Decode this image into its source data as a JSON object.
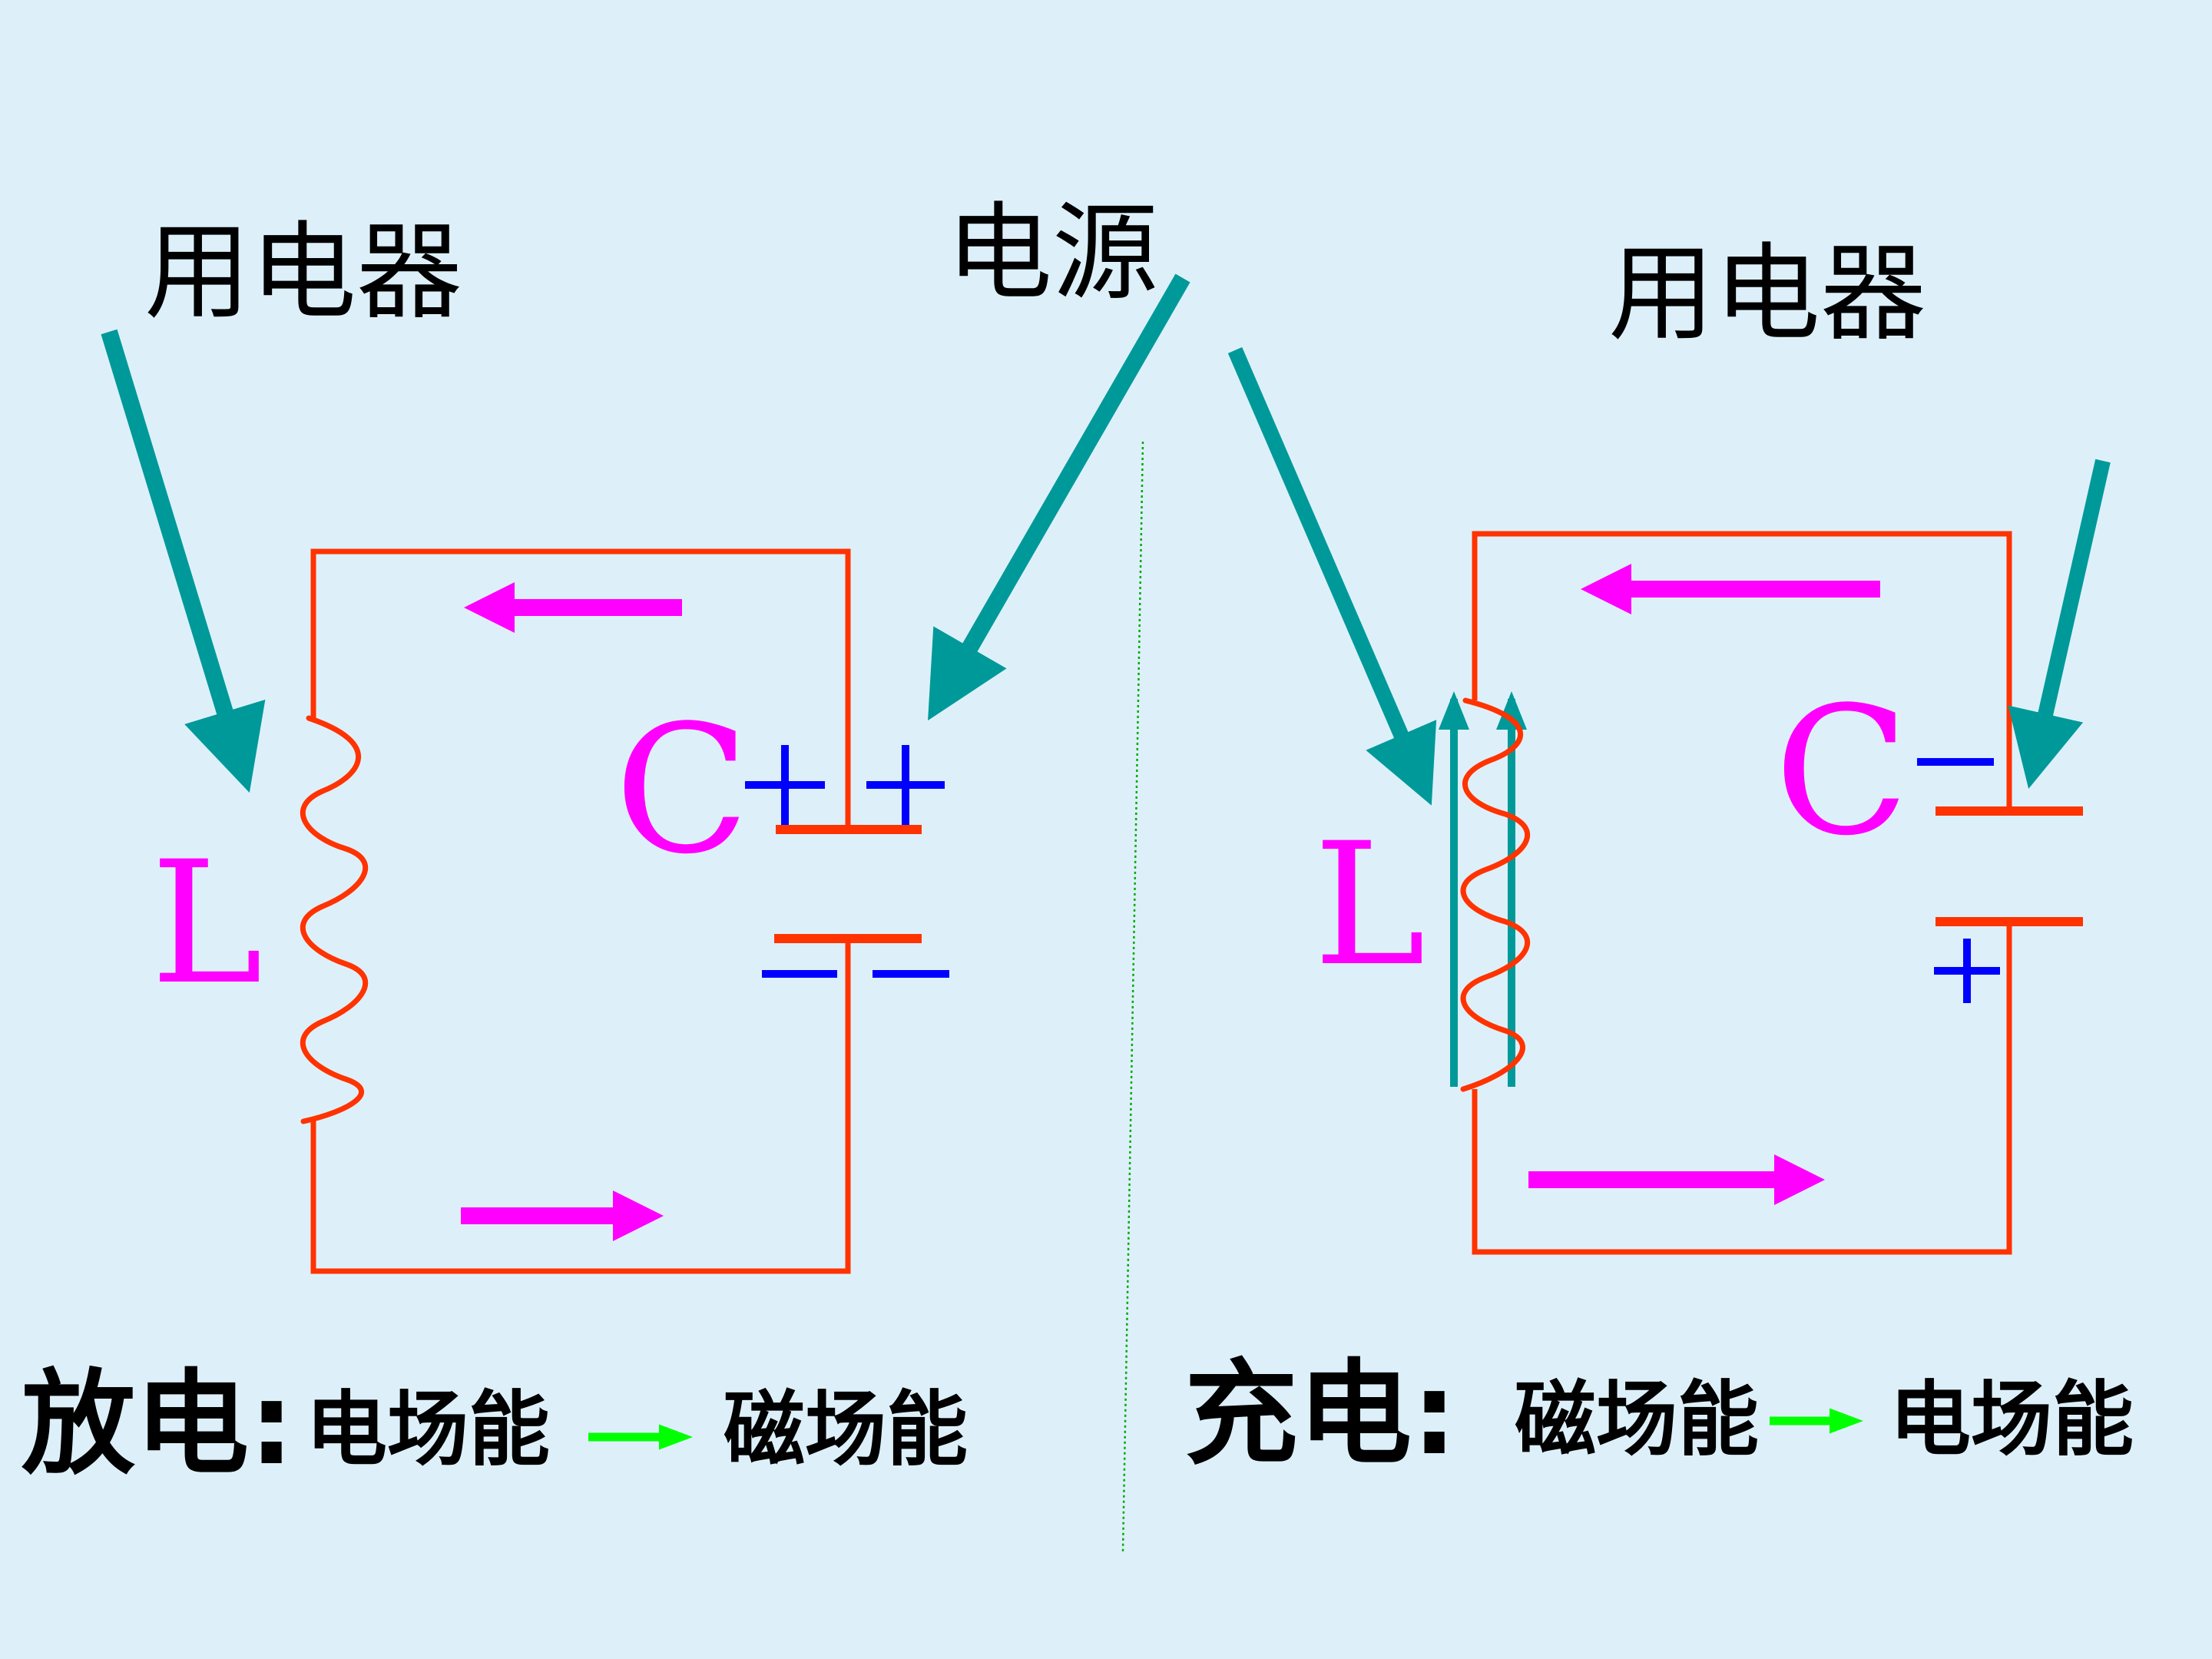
{
  "left": {
    "load_label": "用电器",
    "source_label": "电源",
    "inductor_label": "L",
    "capacitor_label": "C",
    "top_plate_signs": [
      "+",
      "+"
    ],
    "bottom_plate_signs": [
      "−",
      "−"
    ],
    "caption_title": "放电:",
    "caption_from": "电场能",
    "caption_to": "磁场能"
  },
  "right": {
    "load_label": "用电器",
    "inductor_label": "L",
    "capacitor_label": "C",
    "top_plate_sign": "−",
    "bottom_plate_sign": "+",
    "caption_title": "充电:",
    "caption_from": "磁场能",
    "caption_to": "电场能"
  },
  "colors": {
    "background": "#ddf0fa",
    "wire": "#ff3300",
    "pointer": "#009999",
    "current_arrow": "#ff00ff",
    "label_magenta": "#ff00ff",
    "charge_sign": "#0000ff",
    "energy_arrow": "#00ff00",
    "divider": "#00aa00",
    "text": "#000000"
  }
}
